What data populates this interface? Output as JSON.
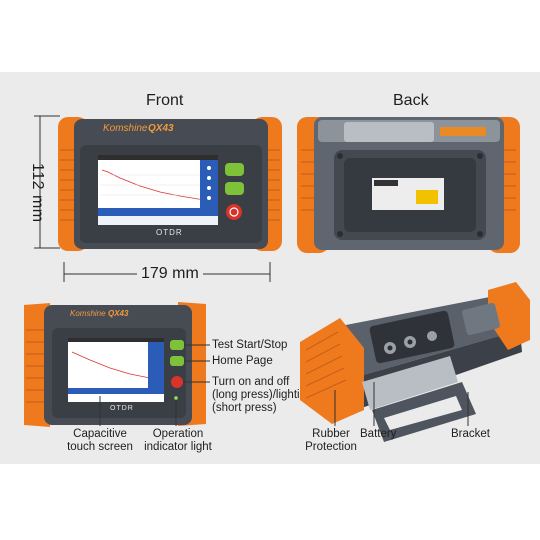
{
  "headings": {
    "front": "Front",
    "back": "Back"
  },
  "dimensions": {
    "height": "112 mm",
    "width": "179 mm"
  },
  "brand": {
    "logo": "Komshine",
    "model": "QX43",
    "mode_text": "OTDR"
  },
  "callouts": {
    "test_start_stop": "Test Start/Stop",
    "home_page": "Home Page",
    "power_line1": "Turn on and off",
    "power_line2": "(long press)/lighting",
    "power_line3": "(short press)",
    "touch_line1": "Capacitive",
    "touch_line2": "touch screen",
    "indicator_line1": "Operation",
    "indicator_line2": "indicator light",
    "rubber_line1": "Rubber",
    "rubber_line2": "Protection",
    "battery": "Battery",
    "bracket": "Bracket"
  },
  "colors": {
    "orange": "#ef7a1e",
    "housing": "#4a4f57",
    "screen": "#ffffff",
    "green_button": "#7ec23a",
    "red_button": "#d8342a",
    "blue_sidebar": "#2b5db8"
  }
}
